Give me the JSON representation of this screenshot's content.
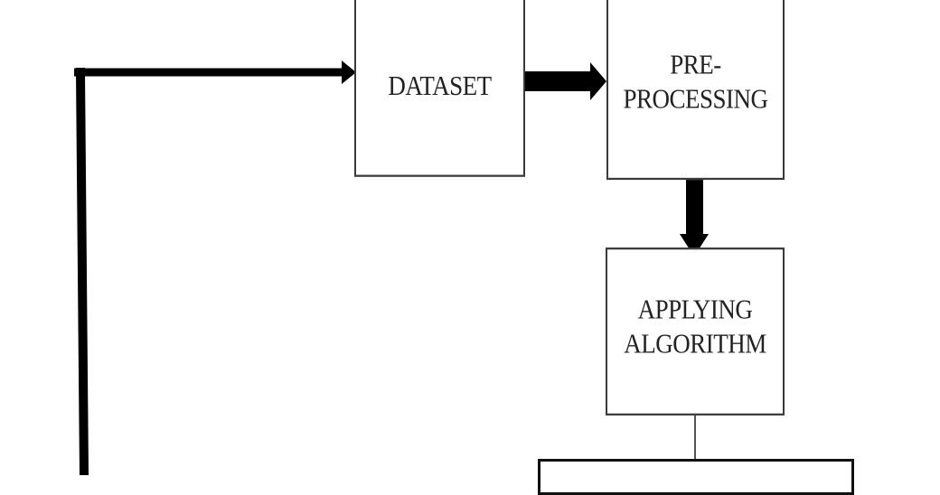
{
  "diagram": {
    "nodes": [
      {
        "id": "dataset",
        "label": "DATASET"
      },
      {
        "id": "preprocessing",
        "label": "PRE-\nPROCESSING"
      },
      {
        "id": "algorithm",
        "label": "APPLYING\nALGORITHM"
      },
      {
        "id": "bottom",
        "label": ""
      }
    ],
    "edges": [
      {
        "from": "loop",
        "to": "dataset",
        "style": "thick-arrow"
      },
      {
        "from": "dataset",
        "to": "preprocessing",
        "style": "block-arrow"
      },
      {
        "from": "preprocessing",
        "to": "algorithm",
        "style": "block-arrow"
      },
      {
        "from": "algorithm",
        "to": "bottom",
        "style": "thin-line"
      }
    ],
    "colors": {
      "line": "#000000",
      "border": "#3a3a3a",
      "text": "#222222",
      "background": "#ffffff"
    }
  }
}
